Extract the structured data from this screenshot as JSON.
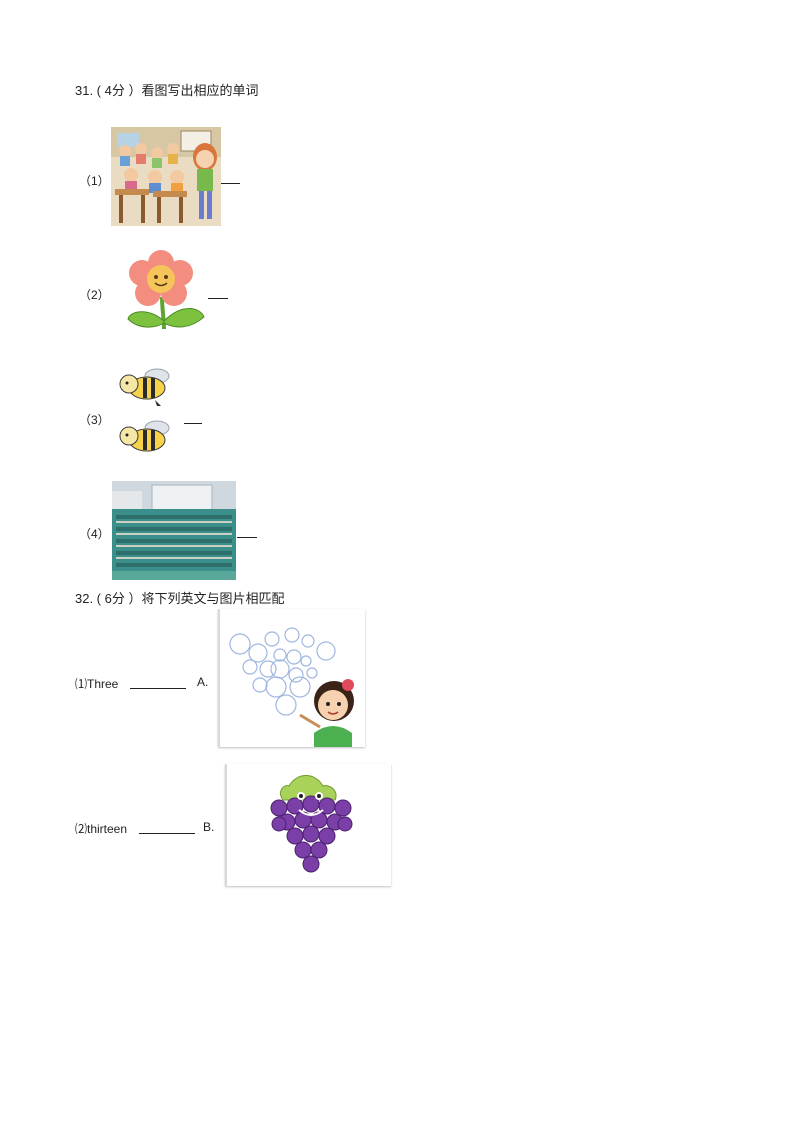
{
  "q31": {
    "title": "31. ( 4分 ）看图写出相应的单词",
    "items": [
      {
        "label": "（1）",
        "picture_icon": "classroom-icon"
      },
      {
        "label": "（2）",
        "picture_icon": "flower-icon"
      },
      {
        "label": "（3）",
        "picture_icon": "bees-icon"
      },
      {
        "label": "（4）",
        "picture_icon": "students-photo-icon"
      }
    ]
  },
  "q32": {
    "title": "32. ( 6分 ）将下列英文与图片相匹配",
    "items": [
      {
        "text": "⑴Three",
        "option": "A.",
        "picture_icon": "bubbles-girl-icon"
      },
      {
        "text": "⑵thirteen",
        "option": "B.",
        "picture_icon": "grapes-icon"
      }
    ]
  }
}
